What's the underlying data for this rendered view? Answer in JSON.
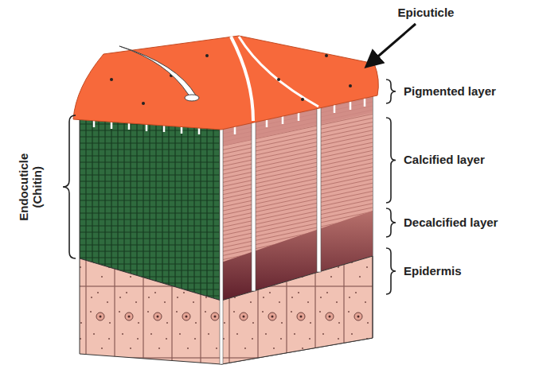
{
  "diagram": {
    "labels": [
      "Epicuticle",
      "Pigmented layer",
      "Calcified layer",
      "Decalcified layer",
      "Epidermis",
      "Endocuticle (Chitin)"
    ]
  }
}
